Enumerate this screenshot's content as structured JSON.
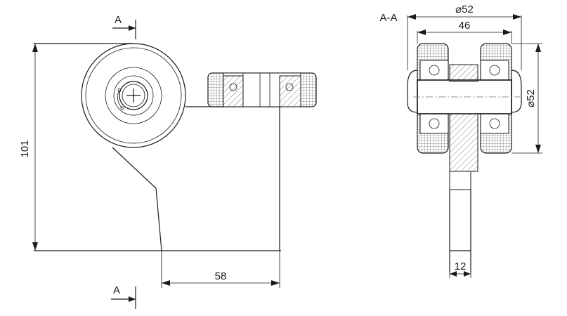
{
  "section_marker_top": "A",
  "section_marker_bottom": "A",
  "section_title": "A-A",
  "dimensions": {
    "height": "101",
    "offset": "58",
    "outer_diameter": "⌀52",
    "width": "46",
    "wheel_diameter": "⌀52",
    "stem_width": "12"
  },
  "colors": {
    "line": "#1a1a1a",
    "hatch": "#333333",
    "background": "#ffffff"
  }
}
